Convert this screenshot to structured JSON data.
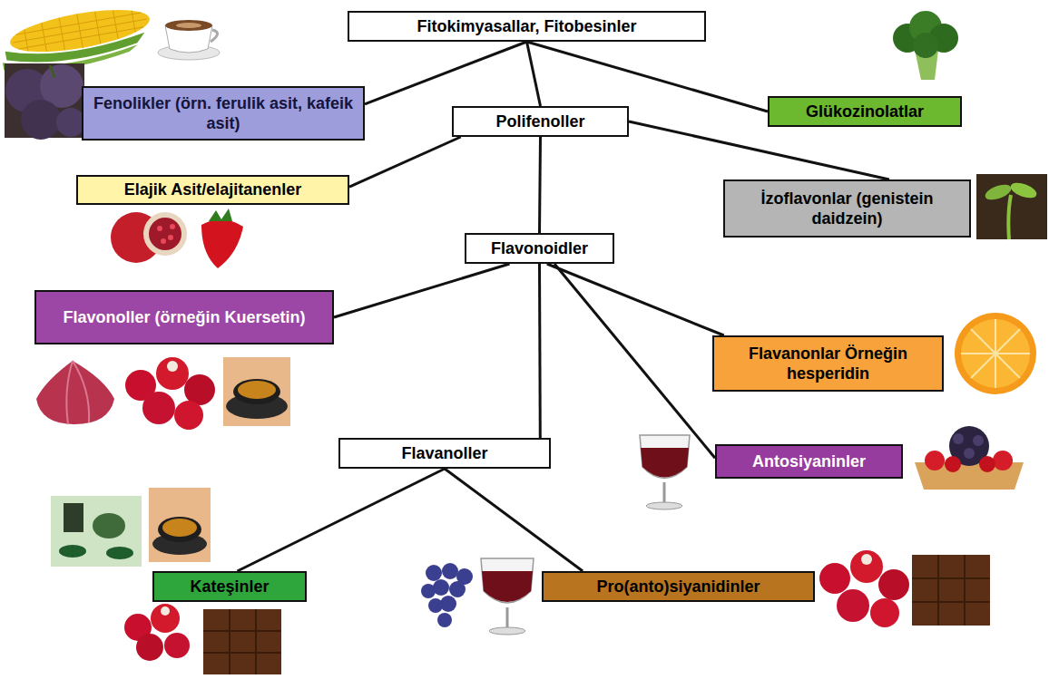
{
  "diagram": {
    "nodes": [
      {
        "text": [
          "Fitokimyasallar, Fitobesinler"
        ]
      },
      {
        "text": [
          "Fenolikler (örn. ferulik asit, kafeik asit)"
        ]
      },
      {
        "text": [
          "Polifenoller"
        ]
      },
      {
        "text": [
          "Glükozinolatlar"
        ]
      },
      {
        "text": [
          "Elajik Asit/elajitanenler"
        ]
      },
      {
        "text": [
          "İzoflavonlar (genistein daidzein)"
        ]
      },
      {
        "text": [
          "Flavonoidler"
        ]
      },
      {
        "text": [
          "Flavonoller (örneğin Kuersetin)"
        ]
      },
      {
        "text": [
          "Flavanonlar Örneğin hesperidin"
        ]
      },
      {
        "text": [
          "Flavanoller"
        ]
      },
      {
        "text": [
          "Antosiyaninler"
        ]
      },
      {
        "text": [
          "Kateşinler"
        ]
      },
      {
        "text": [
          "Pro(anto)siyanidinler"
        ]
      }
    ],
    "edges": [
      {
        "from": 0,
        "to": 1,
        "arrow": "none"
      },
      {
        "from": 0,
        "to": 2,
        "arrow": "none"
      },
      {
        "from": 0,
        "to": 3,
        "arrow": "none"
      },
      {
        "from": 2,
        "to": 4,
        "arrow": "none"
      },
      {
        "from": 2,
        "to": 5,
        "arrow": "none"
      },
      {
        "from": 2,
        "to": 6,
        "arrow": "none"
      },
      {
        "from": 6,
        "to": 7,
        "arrow": "none"
      },
      {
        "from": 6,
        "to": 8,
        "arrow": "none"
      },
      {
        "from": 6,
        "to": 9,
        "arrow": "none"
      },
      {
        "from": 6,
        "to": 10,
        "arrow": "none"
      },
      {
        "from": 9,
        "to": 11,
        "arrow": "none"
      },
      {
        "from": 9,
        "to": 12,
        "arrow": "none"
      }
    ]
  }
}
